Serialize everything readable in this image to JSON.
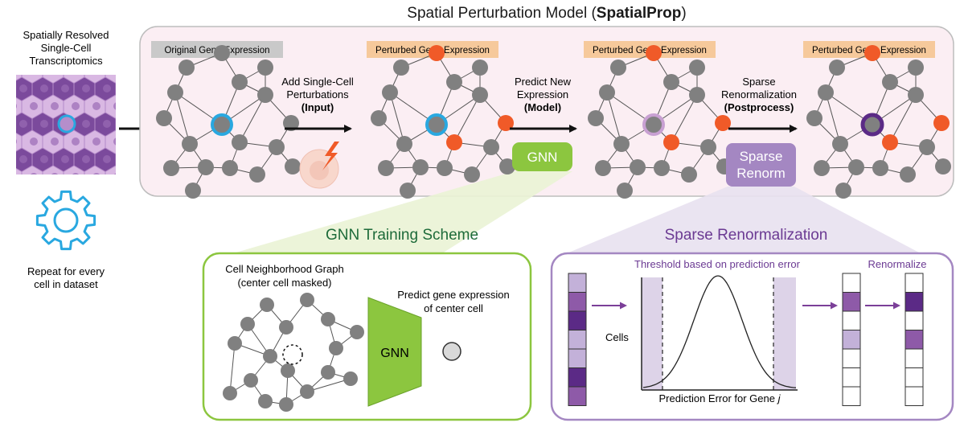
{
  "title": {
    "prefix": "Spatial Perturbation Model (",
    "bold": "SpatialProp",
    "suffix": ")"
  },
  "left": {
    "label_lines": [
      "Spatially Resolved",
      "Single-Cell",
      "Transcriptomics"
    ],
    "repeat_lines": [
      "Repeat for every",
      "cell in dataset"
    ],
    "gear_icon": "gear-icon"
  },
  "panels": [
    {
      "tag": "Original Gene Expression",
      "tag_color": "#c9c9c9"
    },
    {
      "tag": "Perturbed Gene Expression",
      "tag_color": "#f6c99b"
    },
    {
      "tag": "Perturbed Gene Expression",
      "tag_color": "#f6c99b"
    },
    {
      "tag": "Perturbed Gene Expression",
      "tag_color": "#f6c99b"
    }
  ],
  "steps": [
    {
      "lines": [
        "Add Single-Cell",
        "Perturbations"
      ],
      "bold": "(Input)"
    },
    {
      "lines": [
        "Predict New",
        "Expression"
      ],
      "bold": "(Model)"
    },
    {
      "lines": [
        "Sparse",
        "Renormalization"
      ],
      "bold": "(Postprocess)"
    }
  ],
  "gnn_badge": "GNN",
  "renorm_badge": [
    "Sparse",
    "Renorm"
  ],
  "gnn_training": {
    "title": "GNN Training Scheme",
    "graph_label": [
      "Cell Neighborhood Graph",
      "(center cell masked)"
    ],
    "gnn_label": "GNN",
    "predict_label": [
      "Predict gene expression",
      "of center cell"
    ]
  },
  "sparse_renorm": {
    "title": "Sparse Renormalization",
    "threshold_label": "Threshold based on prediction error",
    "renormalize_label": "Renormalize",
    "y_label": "Cells",
    "x_label": "Prediction Error for Gene ",
    "x_label_italic": "j"
  },
  "colors": {
    "node": "#808080",
    "perturbed": "#f05a28",
    "center_ring": "#29a8e0",
    "purple_dark": "#5b2a86",
    "purple_mid": "#8e5aa8",
    "purple_light": "#c3b1d9",
    "green": "#8cc63f",
    "model_bg": "#fbeef3"
  }
}
